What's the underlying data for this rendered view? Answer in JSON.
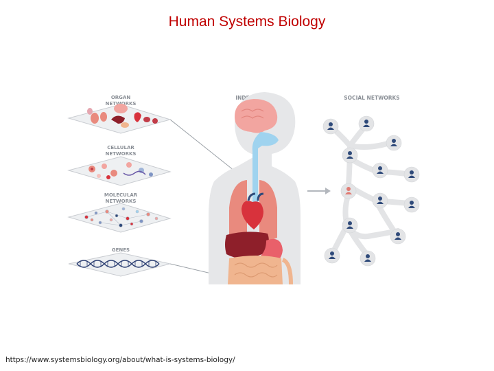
{
  "slide": {
    "title": "Human Systems Biology",
    "source_url": "https://www.systemsbiology.org/about/what-is-systems-biology/"
  },
  "diagram": {
    "layers": [
      {
        "line1": "ORGAN",
        "line2": "NETWORKS"
      },
      {
        "line1": "CELLULAR",
        "line2": "NETWORKS"
      },
      {
        "line1": "MOLECULAR",
        "line2": "NETWORKS"
      },
      {
        "line1": "GENES",
        "line2": ""
      }
    ],
    "individual_label": "INDIVIDUAL",
    "social_label": "SOCIAL NETWORKS",
    "colors": {
      "title_red": "#c00000",
      "label_grey": "#8a8f96",
      "body_grey": "#e6e7e9",
      "brain_pink": "#f2a5a0",
      "airway_blue": "#9fd3ef",
      "lung_salmon": "#e98a7e",
      "heart_red": "#d8323c",
      "liver_maroon": "#8e1f2a",
      "intestine_tan": "#f0b58f",
      "person_navy": "#2f4a7a",
      "person_highlight": "#e07b73",
      "network_grey": "#e3e4e6",
      "dna_navy": "#2c3f73"
    }
  }
}
